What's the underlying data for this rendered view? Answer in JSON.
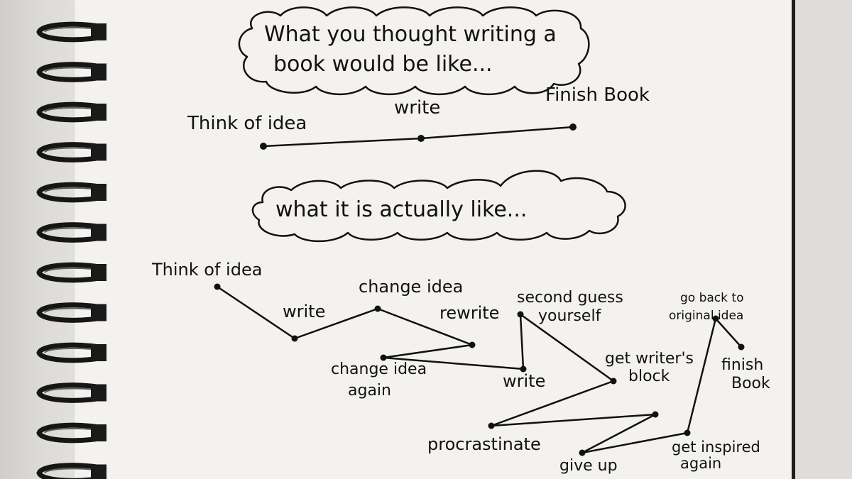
{
  "bubbles": {
    "expected": {
      "line1": "What you thought writing a",
      "line2": "book would be like..."
    },
    "actual": {
      "text": "what it is actually like..."
    }
  },
  "expected_path": {
    "think": "Think of idea",
    "write": "write",
    "finish": "Finish Book"
  },
  "actual_path": {
    "think": "Think of idea",
    "write1": "write",
    "change": "change idea",
    "rewrite": "rewrite",
    "change_again_1": "change idea",
    "change_again_2": "again",
    "write2": "write",
    "second_guess_1": "second guess",
    "second_guess_2": "yourself",
    "writers_block_1": "get writer's",
    "writers_block_2": "block",
    "procrastinate": "procrastinate",
    "give_up": "give up",
    "inspired_1": "get inspired",
    "inspired_2": "again",
    "go_back_1": "go back to",
    "go_back_2": "original idea",
    "finish_1": "finish",
    "finish_2": "Book"
  },
  "colors": {
    "ink": "#111111",
    "paper": "#f3f2ef"
  }
}
